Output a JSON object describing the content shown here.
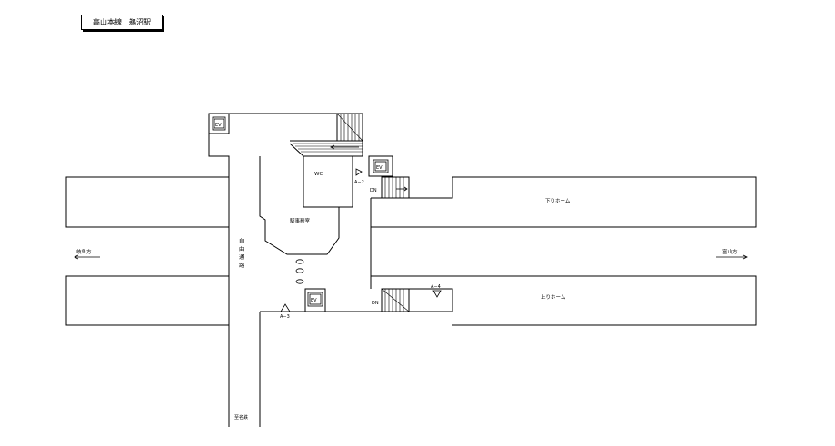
{
  "title": "高山本線　鵜沼駅",
  "labels": {
    "platform_down": "下りホーム",
    "platform_up": "上りホーム",
    "station_office": "駅事務室",
    "free_passage": [
      "自",
      "由",
      "通",
      "路"
    ],
    "wc": "WC",
    "ev": "EV",
    "dn": "DN",
    "exit_a2": "A−2",
    "exit_a3": "A−3",
    "exit_a4": "A−4",
    "gifu_direction": "岐阜方",
    "toyama_direction": "富山方",
    "meitetsu_side": "至名鉄"
  }
}
